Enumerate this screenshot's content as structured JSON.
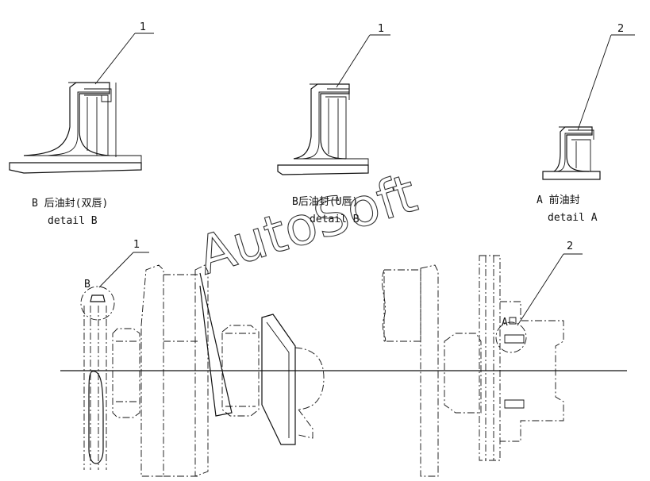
{
  "details": [
    {
      "title": "B 后油封(双唇)",
      "subtitle": "detail  B",
      "callout": "1"
    },
    {
      "title": "B后油封(U唇)",
      "subtitle": "detail B",
      "callout": "1"
    },
    {
      "title": "A 前油封",
      "subtitle": "detail  A",
      "callout": "2"
    }
  ],
  "main_view": {
    "callout_left": "1",
    "callout_right": "2",
    "marker_b": "B",
    "marker_a": "A"
  },
  "watermark": "AutoSoft",
  "colors": {
    "line": "#111111",
    "background": "#ffffff"
  }
}
